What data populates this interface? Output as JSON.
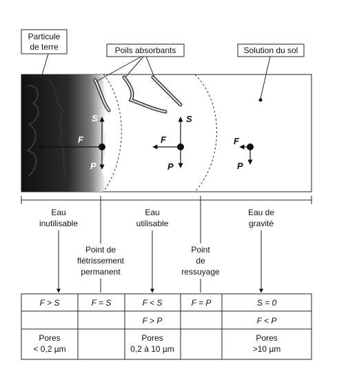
{
  "labels": {
    "particule_l1": "Particule",
    "particule_l2": "de terre",
    "poils": "Poils absorbants",
    "solution": "Solution du sol"
  },
  "forces": {
    "s": "S",
    "f": "F",
    "p": "P"
  },
  "zones": {
    "inutilisable_l1": "Eau",
    "inutilisable_l2": "inutilisable",
    "utilisable_l1": "Eau",
    "utilisable_l2": "utilisable",
    "gravite_l1": "Eau de",
    "gravite_l2": "gravité"
  },
  "points": {
    "fletrissement_l1": "Point de",
    "fletrissement_l2": "flétrissement",
    "fletrissement_l3": "permanent",
    "ressuyage_l1": "Point",
    "ressuyage_l2": "de",
    "ressuyage_l3": "ressuyage"
  },
  "table": {
    "row1": [
      "F > S",
      "F = S",
      "F < S",
      "F = P",
      "S = 0"
    ],
    "row2": [
      "",
      "",
      "F > P",
      "",
      "F < P"
    ],
    "row3_l1": [
      "Pores",
      "",
      "Pores",
      "",
      "Pores"
    ],
    "row3_l2": [
      "< 0,2 µm",
      "",
      "0,2 à 10 µm",
      "",
      ">10 µm"
    ]
  }
}
